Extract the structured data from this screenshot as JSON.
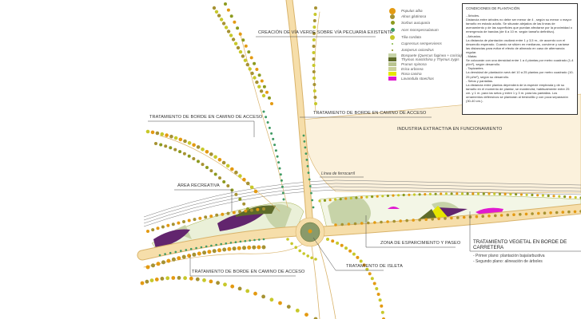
{
  "labels": {
    "via_verde": "Creación de vía verde sobre vía pecuaria existente",
    "borde_acceso_right": "Tratamiento de borde en camino de acceso",
    "borde_acceso_left": "Tratamiento de borde en camino de acceso",
    "industria": "Industria extractiva en funcionamiento",
    "ferrocarril": "Línea de ferrocarril",
    "area_recreativa": "Área recreativa",
    "esparcimiento": "Zona de esparcimiento y paseo",
    "borde_carretera": "Tratamiento vegetal en borde de carretera",
    "borde_carretera_notes": [
      "- Primer plano: plantación baja/arbustiva",
      "- Segundo plano: alineación de árboles"
    ],
    "isleta": "Tratamiento de isleta",
    "borde_acceso_bottom": "Tratamiento de borde en camino de acceso"
  },
  "legend": [
    {
      "label": "Populus alba",
      "type": "dot",
      "color": "#e39a12",
      "size": 8
    },
    {
      "label": "Alnus glutinosa",
      "type": "dot",
      "color": "#a69232",
      "size": 6
    },
    {
      "label": "Sorbus aucuparia",
      "type": "dot",
      "color": "#8c9a1e",
      "size": 5
    },
    {
      "label": "Acer monspessulanum",
      "type": "dot",
      "color": "#3f9a63",
      "size": 5
    },
    {
      "label": "Tilia cordata",
      "type": "dot",
      "color": "#c7c82a",
      "size": 6
    },
    {
      "label": "Cupressus sempervirens",
      "type": "dot",
      "color": "#7db33a",
      "size": 2
    },
    {
      "label": "Juniperus oxicedrus",
      "type": "dot",
      "color": "#8a8a1a",
      "size": 2
    },
    {
      "label": "Bosquete (Quercus faginea + coricia)",
      "type": "swatch",
      "color": "#c7d3a8"
    },
    {
      "label": "Thymus mastichina y Thymus zygis",
      "type": "swatch",
      "color": "#5e6b2a"
    },
    {
      "label": "Prunus spinosa",
      "type": "swatch",
      "color": "#b9c48f"
    },
    {
      "label": "Erica arborea",
      "type": "swatch",
      "color": "#c9cf99"
    },
    {
      "label": "Rosa canina",
      "type": "swatch",
      "color": "#e6e600"
    },
    {
      "label": "Lavandula stoechas",
      "type": "swatch",
      "color": "#e01ad0"
    }
  ],
  "conditions": {
    "title": "CONDICIONES DE PLANTACIÓN",
    "paragraphs": [
      "- Árboles.",
      "Distancia entre árboles no debe ser menor de 4 , según su menor o mayor tamaño en estado adulto. Se situarán alejados de las líneas de avenamiento y de las superficies que puedan afectarse por la proximidad o emergencia de bandas (de 6 a 10 m. según tamaño definitivo).",
      "- Arbustos.",
      "La distancia de plantación oscilará entre 1 y 3,5 m., de acuerdo con el desarrollo esperado. Cuando se sitúen en medianas, conviene y variarse las distancias para evitar el efecto de alineado en caso de alternancia regular.",
      "- Matas",
      "Se colocarán con una densidad entre 1 a 4 plantas por metro cuadrado (1-4 pl/m²), según desarrollo.",
      "- Tapizantes.",
      "La densidad de plantación será del 10 a 25 plantas por metro cuadrado (10-25 pl/m²), según su desarrollo.",
      "- Setos y pantallas.",
      "La distancia entre plantas dependerá de la especie empleada y de su tamaño en el momento de plantar, se mantendrá, habitualmente entre 25 cm. y 1 m. para los setos y entre 1 y 3 m. para las pantallas. Los ornamentos defensivos se plantarán al tresbolillo y con poca separación (30-40 cm.)."
    ]
  },
  "colors": {
    "road": "#f6deaa",
    "road_edge": "#d9b36a",
    "industry": "#fbf1dc",
    "meadow": "#c7d3a8",
    "purple": "#62256e",
    "magenta": "#e01ad0",
    "yellow": "#e6e600",
    "dark_green": "#5e6b2a"
  }
}
